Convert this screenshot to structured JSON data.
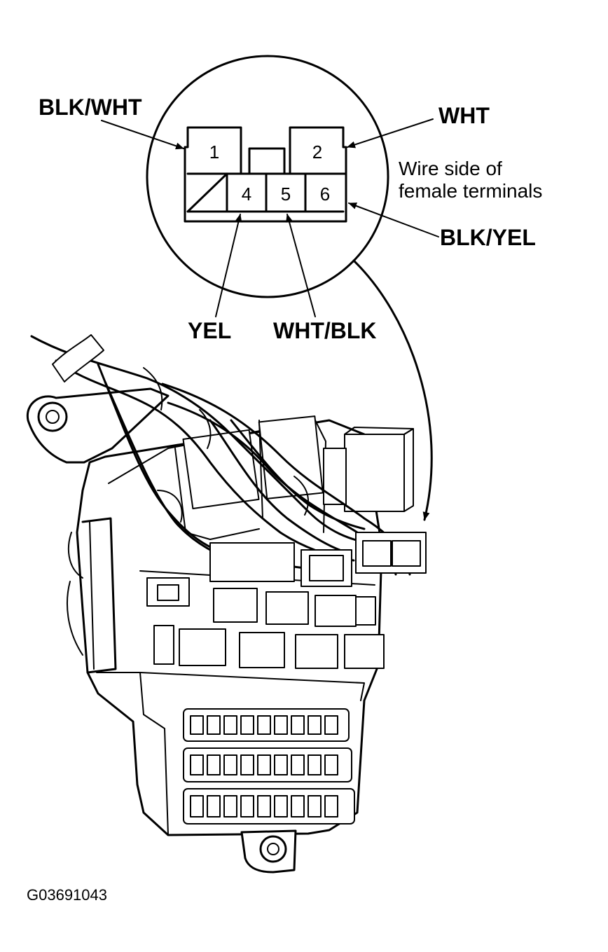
{
  "connector": {
    "pins": [
      "1",
      "2",
      "4",
      "5",
      "6"
    ],
    "note_line1": "Wire side of",
    "note_line2": "female terminals"
  },
  "wires": {
    "pin1": "BLK/WHT",
    "pin2": "WHT",
    "pin4": "YEL",
    "pin5": "WHT/BLK",
    "pin6": "BLK/YEL"
  },
  "figure_code": "G03691043"
}
